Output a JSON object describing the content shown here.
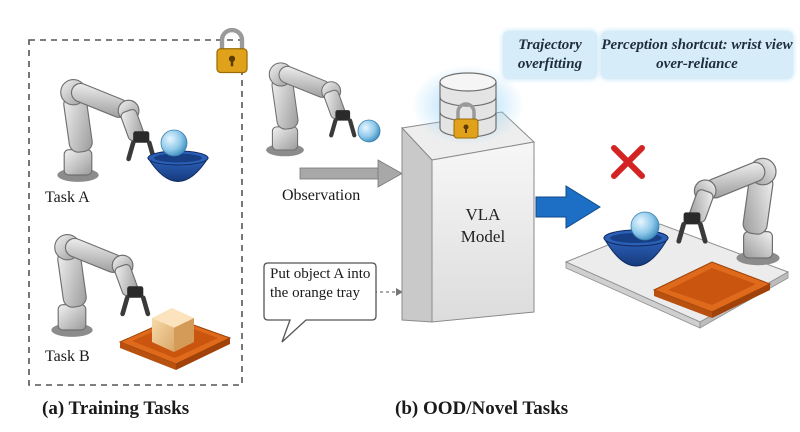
{
  "training": {
    "task_a_label": "Task A",
    "task_b_label": "Task B",
    "caption": "(a) Training Tasks"
  },
  "novel": {
    "observation_label": "Observation",
    "model_label_line1": "VLA",
    "model_label_line2": "Model",
    "instruction_text": "Put object A into the orange tray",
    "caption": "(b) OOD/Novel Tasks"
  },
  "badges": {
    "trajectory": "Trajectory overfitting",
    "perception": "Perception shortcut: wrist view over-reliance"
  },
  "icons": [
    "padlock-icon",
    "database-lock-icon",
    "failure-x-icon",
    "robot-arm-icon"
  ],
  "colors": {
    "badge_bg": "#d6ecf8",
    "bowl_blue": "#1f4fa3",
    "tray_orange": "#e06a1c",
    "failure_red": "#d32323",
    "arrow_blue": "#1d6fc6",
    "lock_gold": "#e0a21a"
  }
}
